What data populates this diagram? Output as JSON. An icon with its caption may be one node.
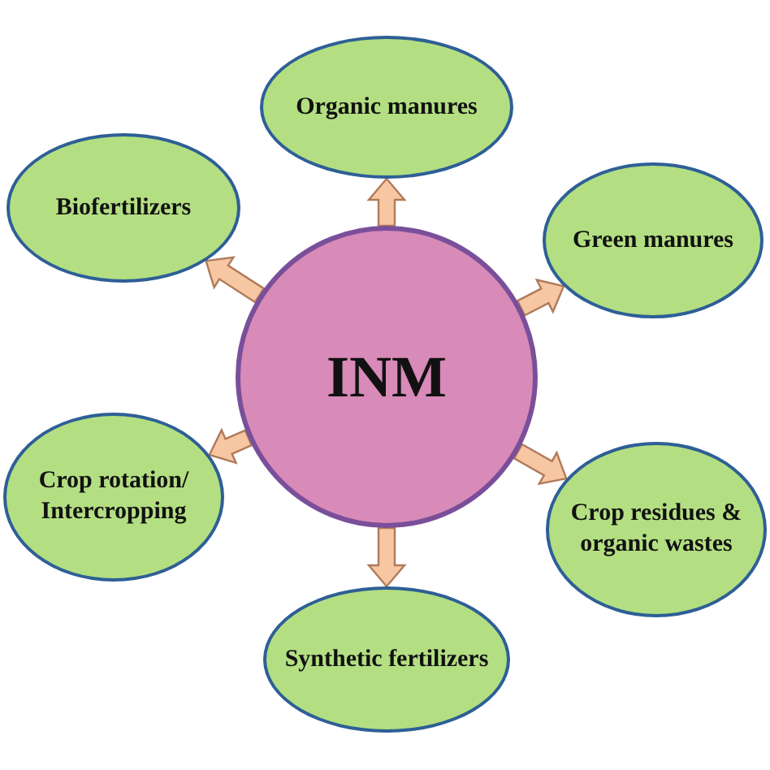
{
  "diagram": {
    "nodes": [
      {
        "text": [
          "INM"
        ]
      },
      {
        "text": [
          "Organic manures"
        ]
      },
      {
        "text": [
          "Biofertilizers"
        ]
      },
      {
        "text": [
          "Green manures"
        ]
      },
      {
        "text": [
          "Crop rotation/ Intercropping"
        ]
      },
      {
        "text": [
          "Crop residues & organic wastes"
        ]
      },
      {
        "text": [
          "Synthetic fertilizers"
        ]
      }
    ],
    "edges": [
      {
        "from": 0,
        "to": 1,
        "arrow": "to"
      },
      {
        "from": 0,
        "to": 2,
        "arrow": "to"
      },
      {
        "from": 0,
        "to": 3,
        "arrow": "to"
      },
      {
        "from": 0,
        "to": 4,
        "arrow": "to"
      },
      {
        "from": 0,
        "to": 5,
        "arrow": "to"
      },
      {
        "from": 0,
        "to": 6,
        "arrow": "to"
      }
    ]
  }
}
